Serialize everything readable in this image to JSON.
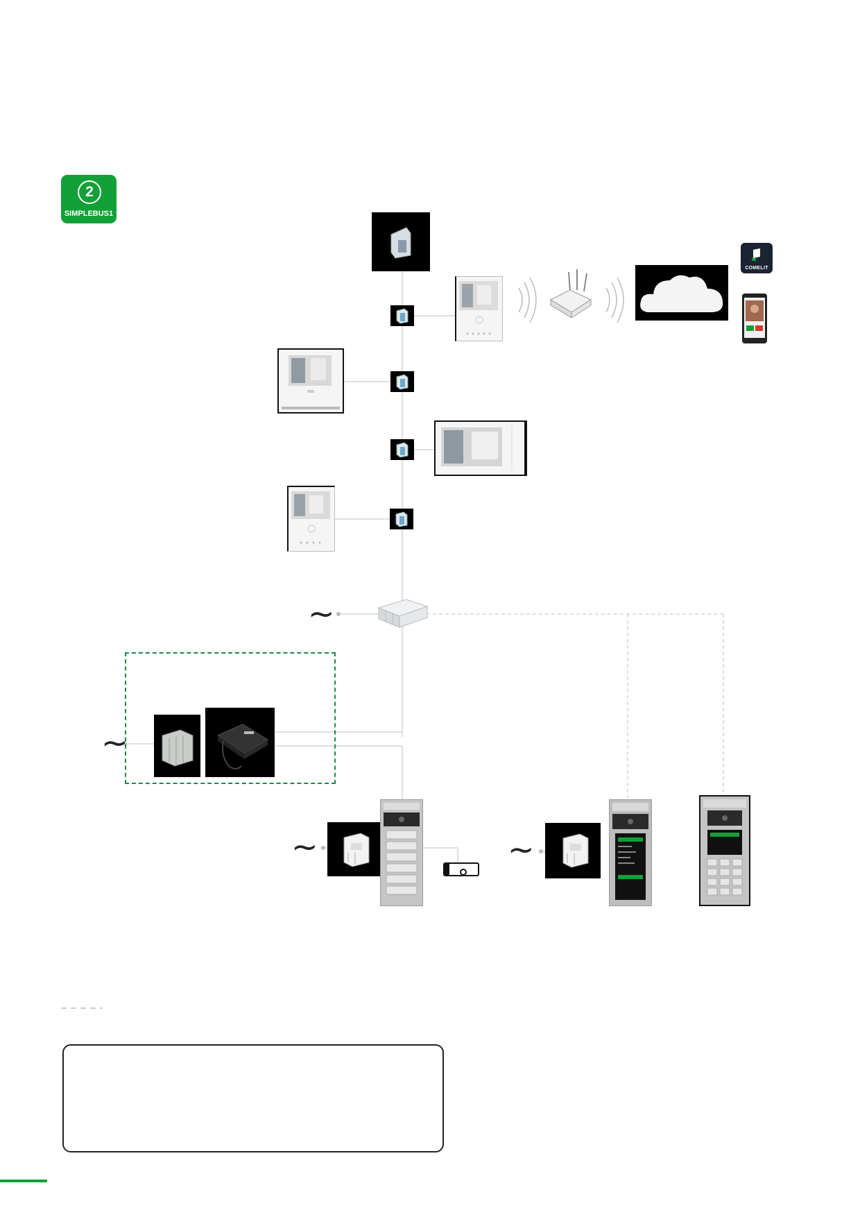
{
  "badge": {
    "number": "2",
    "label": "SIMPLEBUS1"
  },
  "app_logo": {
    "text": "COMELIT"
  },
  "power_symbol": "~",
  "colors": {
    "brand_green": "#12a037",
    "dash_green": "#1a8a4a",
    "wire": "#cccccc"
  },
  "icons": [
    "simplebus-badge-icon",
    "router-icon",
    "cloud-icon",
    "smartphone-icon",
    "indoor-monitor-icon",
    "bus-connector-icon",
    "power-supply-icon",
    "telephone-icon",
    "door-panel-icon",
    "electric-lock-icon"
  ]
}
